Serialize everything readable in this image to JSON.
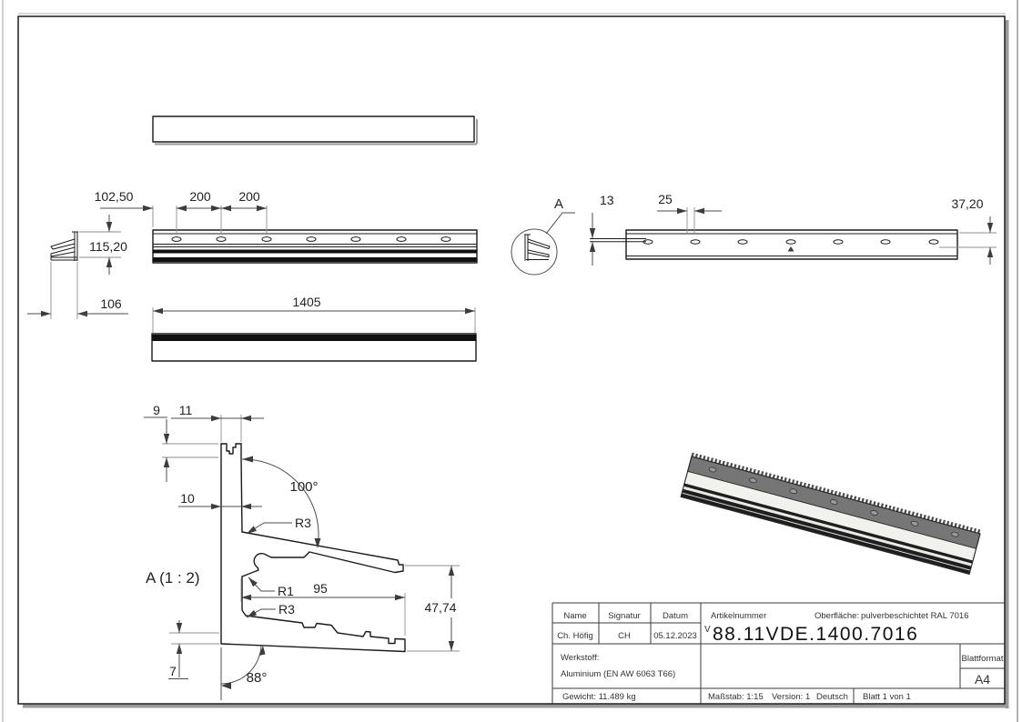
{
  "drawing": {
    "views": {
      "front": {
        "dim_102_50": "102,50",
        "dim_200_a": "200",
        "dim_200_b": "200",
        "dim_115_20": "115,20",
        "dim_106": "106",
        "dim_1405": "1405"
      },
      "side": {
        "detail_label": "A",
        "dim_13": "13",
        "dim_25": "25",
        "dim_37_20": "37,20"
      },
      "section": {
        "label": "A (1 : 2)",
        "dim_9": "9",
        "dim_11": "11",
        "angle_100": "100°",
        "dim_10": "10",
        "radius_r3_top": "R3",
        "radius_r1": "R1",
        "dim_95": "95",
        "radius_r3_bottom": "R3",
        "dim_47_74": "47,74",
        "dim_7": "7",
        "angle_88": "88°"
      }
    },
    "title_block": {
      "name_label": "Name",
      "signature_label": "Signatur",
      "date_label": "Datum",
      "name_value": "Ch. Höfig",
      "signature_value": "CH",
      "date_value": "05.12.2023",
      "article_label": "Artikelnummer",
      "surface_label": "Oberfläche:",
      "surface_value": "pulverbeschichtet RAL 7016",
      "article_prefix": "V",
      "article_number": "88.11VDE.1400.7016",
      "material_label": "Werkstoff:",
      "material_value": "Aluminium (EN AW 6063 T66)",
      "sheet_format_label": "Blattformat",
      "sheet_format_value": "A4",
      "weight": "Gewicht: 11.489 kg",
      "scale": "Maßstab: 1:15",
      "version": "Version: 1",
      "language": "Deutsch",
      "sheet": "Blatt 1 von 1"
    },
    "colors": {
      "line": "#1a1a1a",
      "dim_line": "#4d4d4d",
      "ext_line": "#8f8f8f",
      "render_flange": "#767676",
      "render_panel": "#f1f1ee",
      "render_dark": "#1e1e1e",
      "shadow": "#9a9a9a"
    }
  }
}
